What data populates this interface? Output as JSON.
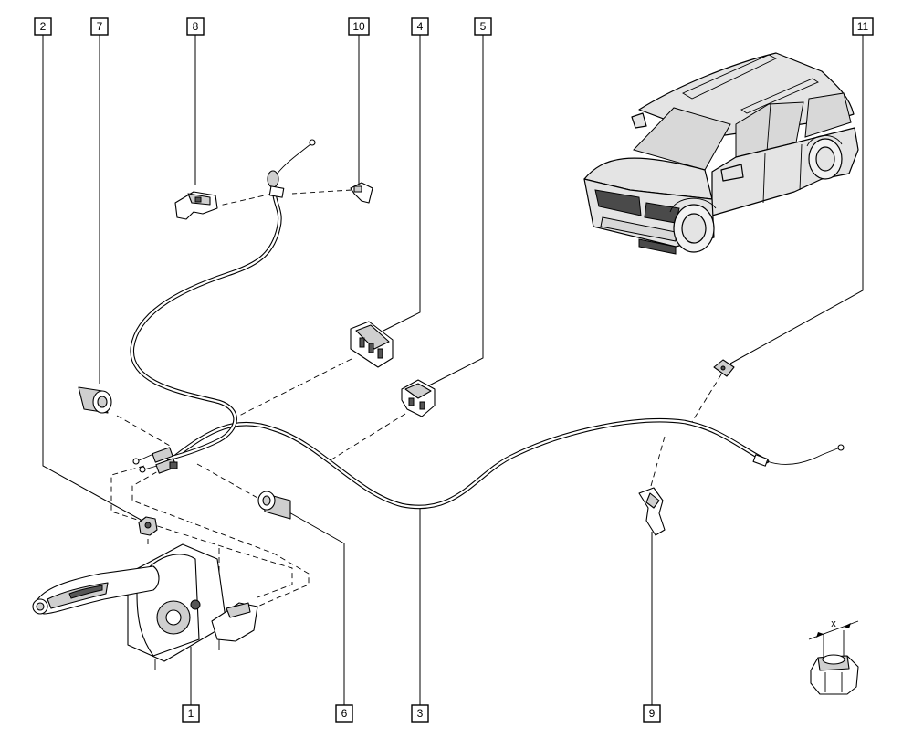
{
  "callouts": [
    {
      "id": "1",
      "label": "1"
    },
    {
      "id": "2",
      "label": "2"
    },
    {
      "id": "3",
      "label": "3"
    },
    {
      "id": "4",
      "label": "4"
    },
    {
      "id": "5",
      "label": "5"
    },
    {
      "id": "6",
      "label": "6"
    },
    {
      "id": "7",
      "label": "7"
    },
    {
      "id": "8",
      "label": "8"
    },
    {
      "id": "9",
      "label": "9"
    },
    {
      "id": "10",
      "label": "10"
    },
    {
      "id": "11",
      "label": "11"
    }
  ],
  "detail": {
    "dimension_label": "x"
  }
}
